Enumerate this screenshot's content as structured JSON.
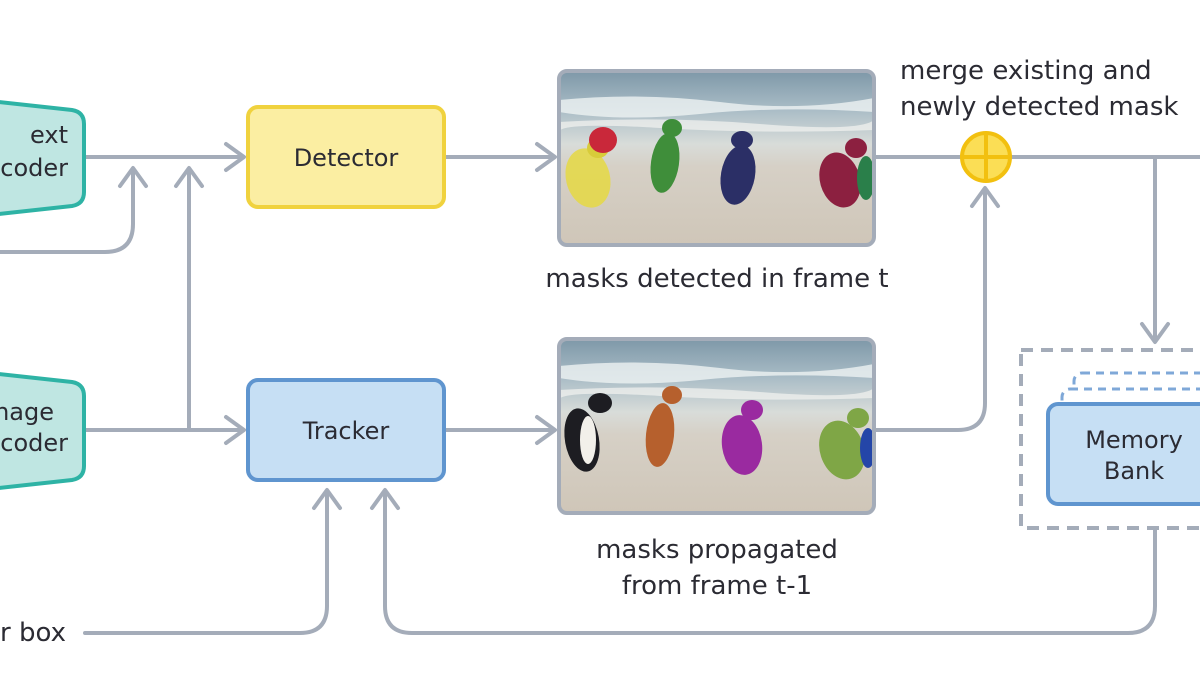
{
  "colors": {
    "arrow": "#a4acb9",
    "encoder_fill": "#bfe6e2",
    "encoder_stroke": "#2eb3a5",
    "detector_fill": "#fbeea2",
    "detector_stroke": "#f0d23e",
    "tracker_fill": "#c6dff4",
    "tracker_stroke": "#5f95cf",
    "merge_fill": "#fbde55",
    "merge_stroke": "#f2c00f",
    "text": "#2b2b33"
  },
  "nodes": {
    "text_encoder": {
      "line1": "ext",
      "line2": "coder"
    },
    "image_encoder": {
      "line1": "nage",
      "line2": "coder"
    },
    "detector": {
      "label": "Detector"
    },
    "tracker": {
      "label": "Tracker"
    },
    "memory_bank": {
      "line1": "Memory",
      "line2": "Bank"
    },
    "merge": {
      "icon": "plus-circle-icon"
    }
  },
  "labels": {
    "detected_caption": "masks detected in frame t",
    "propagated_line1": "masks propagated",
    "propagated_line2": "from frame t-1",
    "merge_line1": "merge existing and",
    "merge_line2": "newly detected mask",
    "box_prompt": "r box"
  },
  "images": {
    "detected_frame": {
      "icon": "penguins-detected-photo"
    },
    "propagated_frame": {
      "icon": "penguins-propagated-photo"
    }
  }
}
